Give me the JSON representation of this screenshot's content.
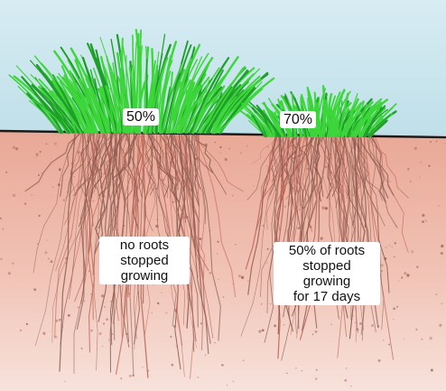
{
  "diagram": {
    "plants": [
      {
        "id": "left",
        "shoot_label": "50%",
        "root_label": "no roots\nstopped\ngrowing"
      },
      {
        "id": "right",
        "shoot_label": "70%",
        "root_label": "50% of roots\nstopped\ngrowing\nfor 17 days"
      }
    ],
    "colors": {
      "sky": "#c9e3ee",
      "soil": "#efb8a8",
      "soil_dark": "#e39a88",
      "grass": "#3dd63a",
      "grass_dark": "#1f9e2a",
      "root": "#8a5a4e",
      "ground_line": "#1a1a1a"
    }
  }
}
